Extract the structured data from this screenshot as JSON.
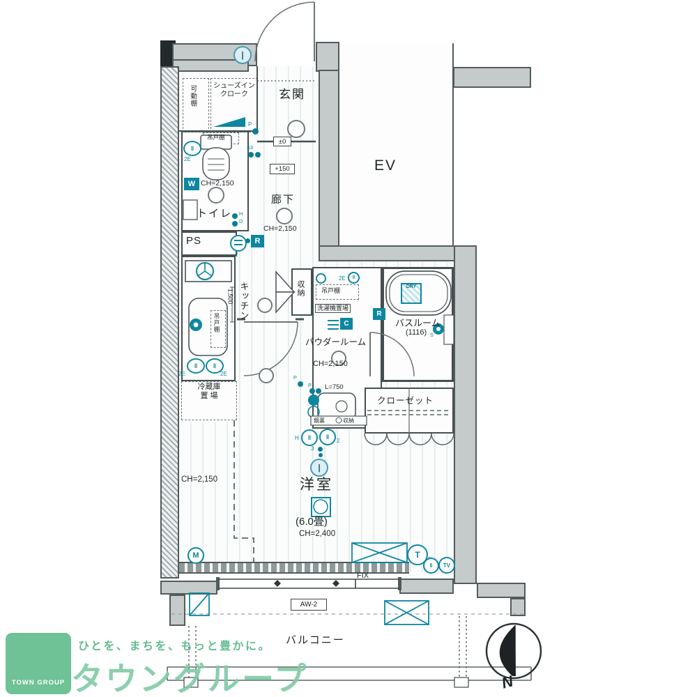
{
  "palette": {
    "teal": "#0d87a0",
    "wall_gray": "#c5cbca",
    "wall_border": "#525b5c",
    "logo_green": "#6ec295",
    "logo_text_green": "#82cba7",
    "tagline_green": "#63bc90"
  },
  "plan": {
    "rooms": {
      "genkan": "玄関",
      "sic": "シューズイン\nクローク",
      "kadoudana": "可動棚",
      "toilet": "トイレ",
      "rouka": "廊下",
      "ev": "EV",
      "ps": "PS",
      "kitchen": "キッチン",
      "reizouko": "冷蔵庫\n置 場",
      "shunou": "収納",
      "tsuridana": "吊戸棚",
      "sentakuki": "洗濯機置場",
      "powder": "パウダールーム",
      "bath": "バスルーム",
      "bath_size": "(1116)",
      "closet": "クローゼット",
      "yoshitsu": "洋室",
      "yoshitsu_size": "(6.0畳)",
      "balcony": "バルコニー"
    },
    "dims": {
      "ch2150": "CH=2,150",
      "ch2400": "CH=2,400",
      "k1500": "1,500",
      "l750": "L=750",
      "level_zero": "±0",
      "level_150": "+150",
      "aw2": "AW-2",
      "fix": "FIX",
      "dry": "DRY",
      "kagamiura": "鏡裏",
      "kagami_shunou": "収納"
    },
    "marks": {
      "w": "W",
      "r": "R",
      "c": "C",
      "m": "M",
      "h": "H",
      "d": "D",
      "p": "P",
      "s": "S",
      "s3": "S3",
      "e2": "2E",
      "t": "T",
      "three": "3",
      "two": "2",
      "tv": "TV",
      "bars": "‖",
      "bar": "|"
    }
  },
  "logo": {
    "box": "TOWN GROUP",
    "tagline": "ひとを、まちを、もっと豊かに。",
    "name": "タウングループ"
  },
  "compass": {
    "n": "N"
  }
}
